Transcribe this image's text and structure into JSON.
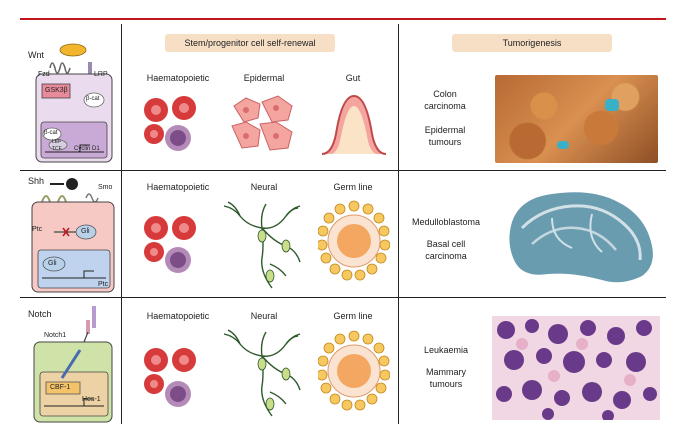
{
  "colors": {
    "accent_red": "#c0151b",
    "header_pill": "#f7dfc6",
    "wnt_cell": "#eadcee",
    "shh_cell": "#f6c9c4",
    "notch_cell": "#cfe3a8",
    "grid_line": "#222222"
  },
  "headers": {
    "self_renewal": "Stem/progenitor cell self-renewal",
    "tumorigenesis": "Tumorigenesis"
  },
  "rows": [
    {
      "pathway": "Wnt",
      "cell_labels": [
        "Fzd",
        "LRP",
        "GSK3β",
        "β-cat",
        "β-cat",
        "LEF",
        "TCF",
        "Cyclin D1"
      ],
      "tissues": [
        "Haematopoietic",
        "Epidermal",
        "Gut"
      ],
      "tumours": [
        "Colon",
        "carcinoma",
        "Epidermal",
        "tumours"
      ]
    },
    {
      "pathway": "Shh",
      "cell_labels": [
        "Smo",
        "Ptc",
        "Gli",
        "Gli",
        "Ptc"
      ],
      "tissues": [
        "Haematopoietic",
        "Neural",
        "Germ line"
      ],
      "tumours": [
        "Medulloblastoma",
        "Basal cell",
        "carcinoma"
      ]
    },
    {
      "pathway": "Notch",
      "cell_labels": [
        "Notch1",
        "CBF-1",
        "Hes-1"
      ],
      "tissues": [
        "Haematopoietic",
        "Neural",
        "Germ line"
      ],
      "tumours": [
        "Leukaemia",
        "Mammary",
        "tumours"
      ]
    }
  ]
}
